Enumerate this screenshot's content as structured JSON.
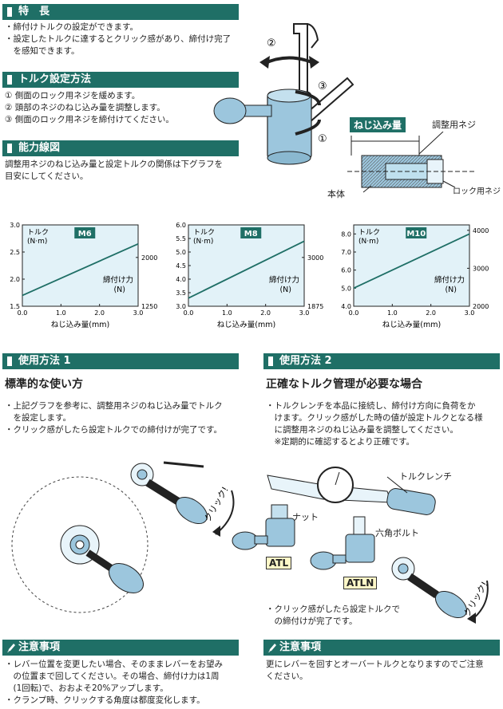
{
  "sections": {
    "features": {
      "title": "特　長",
      "lines": [
        "・締付けトルクの設定ができます。",
        "・設定したトルクに達するとクリック感があり、締付け完了",
        "　を感知できます。"
      ]
    },
    "torque_setting": {
      "title": "トルク設定方法",
      "lines": [
        "① 側面のロック用ネジを緩めます。",
        "② 頭部のネジのねじ込み量を調整します。",
        "③ 側面のロック用ネジを締付けてください。"
      ]
    },
    "performance": {
      "title": "能力線図",
      "lines": [
        "調整用ネジのねじ込み量と設定トルクの関係は下グラフを",
        "目安にしてください。"
      ]
    },
    "usage1": {
      "title": "使用方法 1",
      "subtitle": "標準的な使い方",
      "lines": [
        "・上記グラフを参考に、調整用ネジのねじ込み量でトルク",
        "　を設定します。",
        "・クリック感がしたら設定トルクでの締付けが完了です。"
      ],
      "click_label": "クリック!"
    },
    "usage2": {
      "title": "使用方法 2",
      "subtitle": "正確なトルク管理が必要な場合",
      "lines": [
        "・トルクレンチを本品に接続し、締付け方向に負荷をか",
        "　けます。クリック感がした時の値が設定トルクとなる様",
        "　に調整用ネジのねじ込み量を調整してください。",
        "　※定期的に確認するとより正確です。"
      ],
      "wrench_label": "トルクレンチ",
      "nut_label": "ナット",
      "bolt_label": "六角ボルト",
      "atl_label": "ATL",
      "atln_label": "ATLN",
      "done_lines": [
        "・クリック感がしたら設定トルクで",
        "　の締付けが完了です。"
      ],
      "click_label": "クリック!"
    },
    "caution1": {
      "title": "注意事項",
      "lines": [
        "・レバー位置を変更したい場合、そのままレバーをお望み",
        "　の位置まで回してください。その場合、締付け力は1周",
        "　(1回転)で、おおよそ20%アップします。",
        "・クランプ時、クリックする角度は都度変化します。"
      ]
    },
    "caution2": {
      "title": "注意事項",
      "lines": [
        "更にレバーを回すとオーバートルクとなりますのでご注意",
        "ください。"
      ]
    }
  },
  "diagram": {
    "screw_label": "ねじ込み量",
    "adjust_screw_label": "調整用ネジ",
    "body_label": "本体",
    "lock_screw_label": "ロック用ネジ",
    "step_marks": [
      "②",
      "③",
      "①"
    ]
  },
  "chart_data": [
    {
      "type": "line",
      "title": "M6",
      "ylabel": "トルク\n(N·m)",
      "y2label": "締付け力\n(N)",
      "xlabel": "ねじ込み量(mm)",
      "xlim": [
        0,
        3
      ],
      "ylim": [
        1.5,
        3.0
      ],
      "xticks": [
        "0.0",
        "1.0",
        "2.0",
        "3.0"
      ],
      "yticks": [
        "1.5",
        "2.0",
        "2.5",
        "3.0"
      ],
      "y2ticks": [
        {
          "value": "1250",
          "at": 1.5
        },
        {
          "value": "2000",
          "at": 2.4
        }
      ],
      "x": [
        0,
        3
      ],
      "values": [
        1.7,
        2.65
      ]
    },
    {
      "type": "line",
      "title": "M8",
      "ylabel": "トルク\n(N·m)",
      "y2label": "締付け力\n(N)",
      "xlabel": "ねじ込み量(mm)",
      "xlim": [
        0,
        3
      ],
      "ylim": [
        3.0,
        6.0
      ],
      "xticks": [
        "0.0",
        "1.0",
        "2.0",
        "3.0"
      ],
      "yticks": [
        "3.0",
        "3.5",
        "4.0",
        "4.5",
        "5.0",
        "5.5",
        "6.0"
      ],
      "y2ticks": [
        {
          "value": "1875",
          "at": 3.0
        },
        {
          "value": "3000",
          "at": 4.8
        }
      ],
      "x": [
        0,
        3
      ],
      "values": [
        3.3,
        5.4
      ]
    },
    {
      "type": "line",
      "title": "M10",
      "ylabel": "トルク\n(N·m)",
      "y2label": "締付け力\n(N)",
      "xlabel": "ねじ込み量(mm)",
      "xlim": [
        0,
        3
      ],
      "ylim": [
        4.0,
        8.5
      ],
      "xticks": [
        "0.0",
        "1.0",
        "2.0",
        "3.0"
      ],
      "yticks": [
        "4.0",
        "5.0",
        "6.0",
        "7.0",
        "8.0"
      ],
      "y2ticks": [
        {
          "value": "2000",
          "at": 4.0
        },
        {
          "value": "3000",
          "at": 6.1
        },
        {
          "value": "4000",
          "at": 8.2
        }
      ],
      "x": [
        0,
        3
      ],
      "values": [
        5.0,
        8.0
      ]
    }
  ],
  "colors": {
    "header": "#1f6f66",
    "line": "#1f6f66",
    "plot_bg": "#e2f2f8",
    "part": "#9cc6dd"
  }
}
